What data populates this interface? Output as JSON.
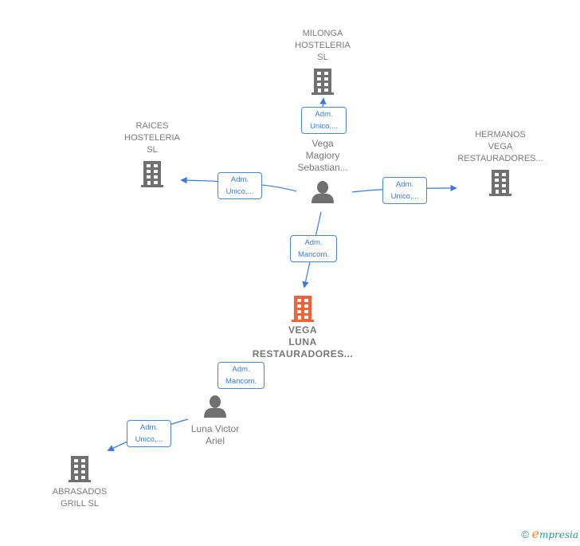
{
  "diagram": {
    "nodes": {
      "milonga": {
        "label": "MILONGA\nHOSTELERIA\nSL",
        "type": "company"
      },
      "raices": {
        "label": "RAICES\nHOSTELERIA\nSL",
        "type": "company"
      },
      "hermanos": {
        "label": "HERMANOS\nVEGA\nRESTAURADORES...",
        "type": "company"
      },
      "vega_luna": {
        "label": "VEGA\nLUNA\nRESTAURADORES...",
        "type": "main-company"
      },
      "abrasados": {
        "label": "ABRASADOS\nGRILL  SL",
        "type": "company"
      },
      "vega_magiory": {
        "label": "Vega\nMagiory\nSebastian...",
        "type": "person"
      },
      "luna_victor": {
        "label": "Luna Victor\nAriel",
        "type": "person"
      }
    },
    "edges": [
      {
        "from": "vega_magiory",
        "to": "milonga",
        "label": "Adm.\nUnico,..."
      },
      {
        "from": "vega_magiory",
        "to": "raices",
        "label": "Adm.\nUnico,..."
      },
      {
        "from": "vega_magiory",
        "to": "hermanos",
        "label": "Adm.\nUnico,..."
      },
      {
        "from": "vega_magiory",
        "to": "vega_luna",
        "label": "Adm.\nMancom."
      },
      {
        "from": "luna_victor",
        "to": "vega_luna",
        "label": "Adm.\nMancom."
      },
      {
        "from": "luna_victor",
        "to": "abrasados",
        "label": "Adm.\nUnico,..."
      }
    ]
  },
  "colors": {
    "company_icon": "#707070",
    "main_company_icon": "#f4623a",
    "person_icon": "#707070",
    "edge": "#3a7bd5"
  },
  "footer": {
    "copyright": "©",
    "brand_initial": "e",
    "brand_rest": "mpresia"
  }
}
